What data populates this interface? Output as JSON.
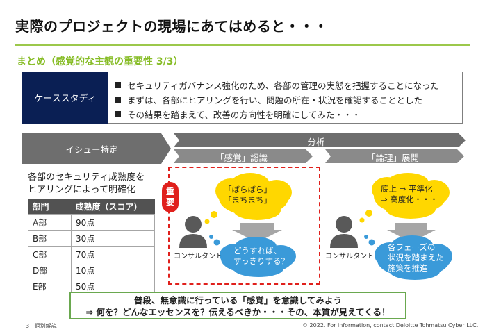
{
  "header": {
    "title": "実際のプロジェクトの現場にあてはめると・・・",
    "subtitle": "まとめ（感覚的な主観の重要性 3/3）"
  },
  "case_study": {
    "label": "ケーススタディ",
    "bullets": [
      "セキュリティガバナンス強化のため、各部の管理の実態を把握することになった",
      "まずは、各部にヒアリングを行い、問題の所在・状況を確認することとした",
      "その結果を踏まえて、改善の方向性を明確にしてみた・・・"
    ]
  },
  "flow": {
    "issue_label": "イシュー特定",
    "analysis_label": "分析",
    "sensory_label": "「感覚」認識",
    "logic_label": "「論理」展開"
  },
  "issue_panel": {
    "description_line1": "各部のセキュリティ成熟度を",
    "description_line2": "ヒアリングによって明確化",
    "table": {
      "headers": [
        "部門",
        "成熟度（スコア）"
      ],
      "rows": [
        [
          "A部",
          "90点"
        ],
        [
          "B部",
          "30点"
        ],
        [
          "C部",
          "70点"
        ],
        [
          "D部",
          "10点"
        ],
        [
          "E部",
          "50点"
        ]
      ]
    }
  },
  "sensory_panel": {
    "badge_line1": "重",
    "badge_line2": "要",
    "yellow_bubble_line1": "「ばらばら」",
    "yellow_bubble_line2": "「まちまち」",
    "blue_bubble_line1": "どうすれば、",
    "blue_bubble_line2": "すっきりする？",
    "person_caption": "コンサルタント"
  },
  "logic_panel": {
    "yellow_bubble_line1": "底上 ⇒ 平準化",
    "yellow_bubble_line2": "⇒ 高度化・・・",
    "blue_bubble_line1": "各フェーズの",
    "blue_bubble_line2": "状況を踏まえた",
    "blue_bubble_line3": "施策を推進",
    "person_caption": "コンサルタント"
  },
  "conclusion": {
    "line1": "普段、無意識に行っている「感覚」を意識してみよう",
    "line2": "⇒ 何を？どんなエッセンスを？伝えるべきか・・・その、本質が見えてくる！"
  },
  "footer": {
    "page": "3",
    "section": "個別解説",
    "copyright": "© 2022. For information, contact Deloitte Tohmatsu Cyber LLC."
  },
  "colors": {
    "accent_green": "#86bc25",
    "navy": "#0a1f54",
    "bar_gray": "#6e6e6e",
    "alert_red": "#e0201c",
    "bubble_yellow": "#ffd700",
    "bubble_blue": "#3a9ad9"
  }
}
